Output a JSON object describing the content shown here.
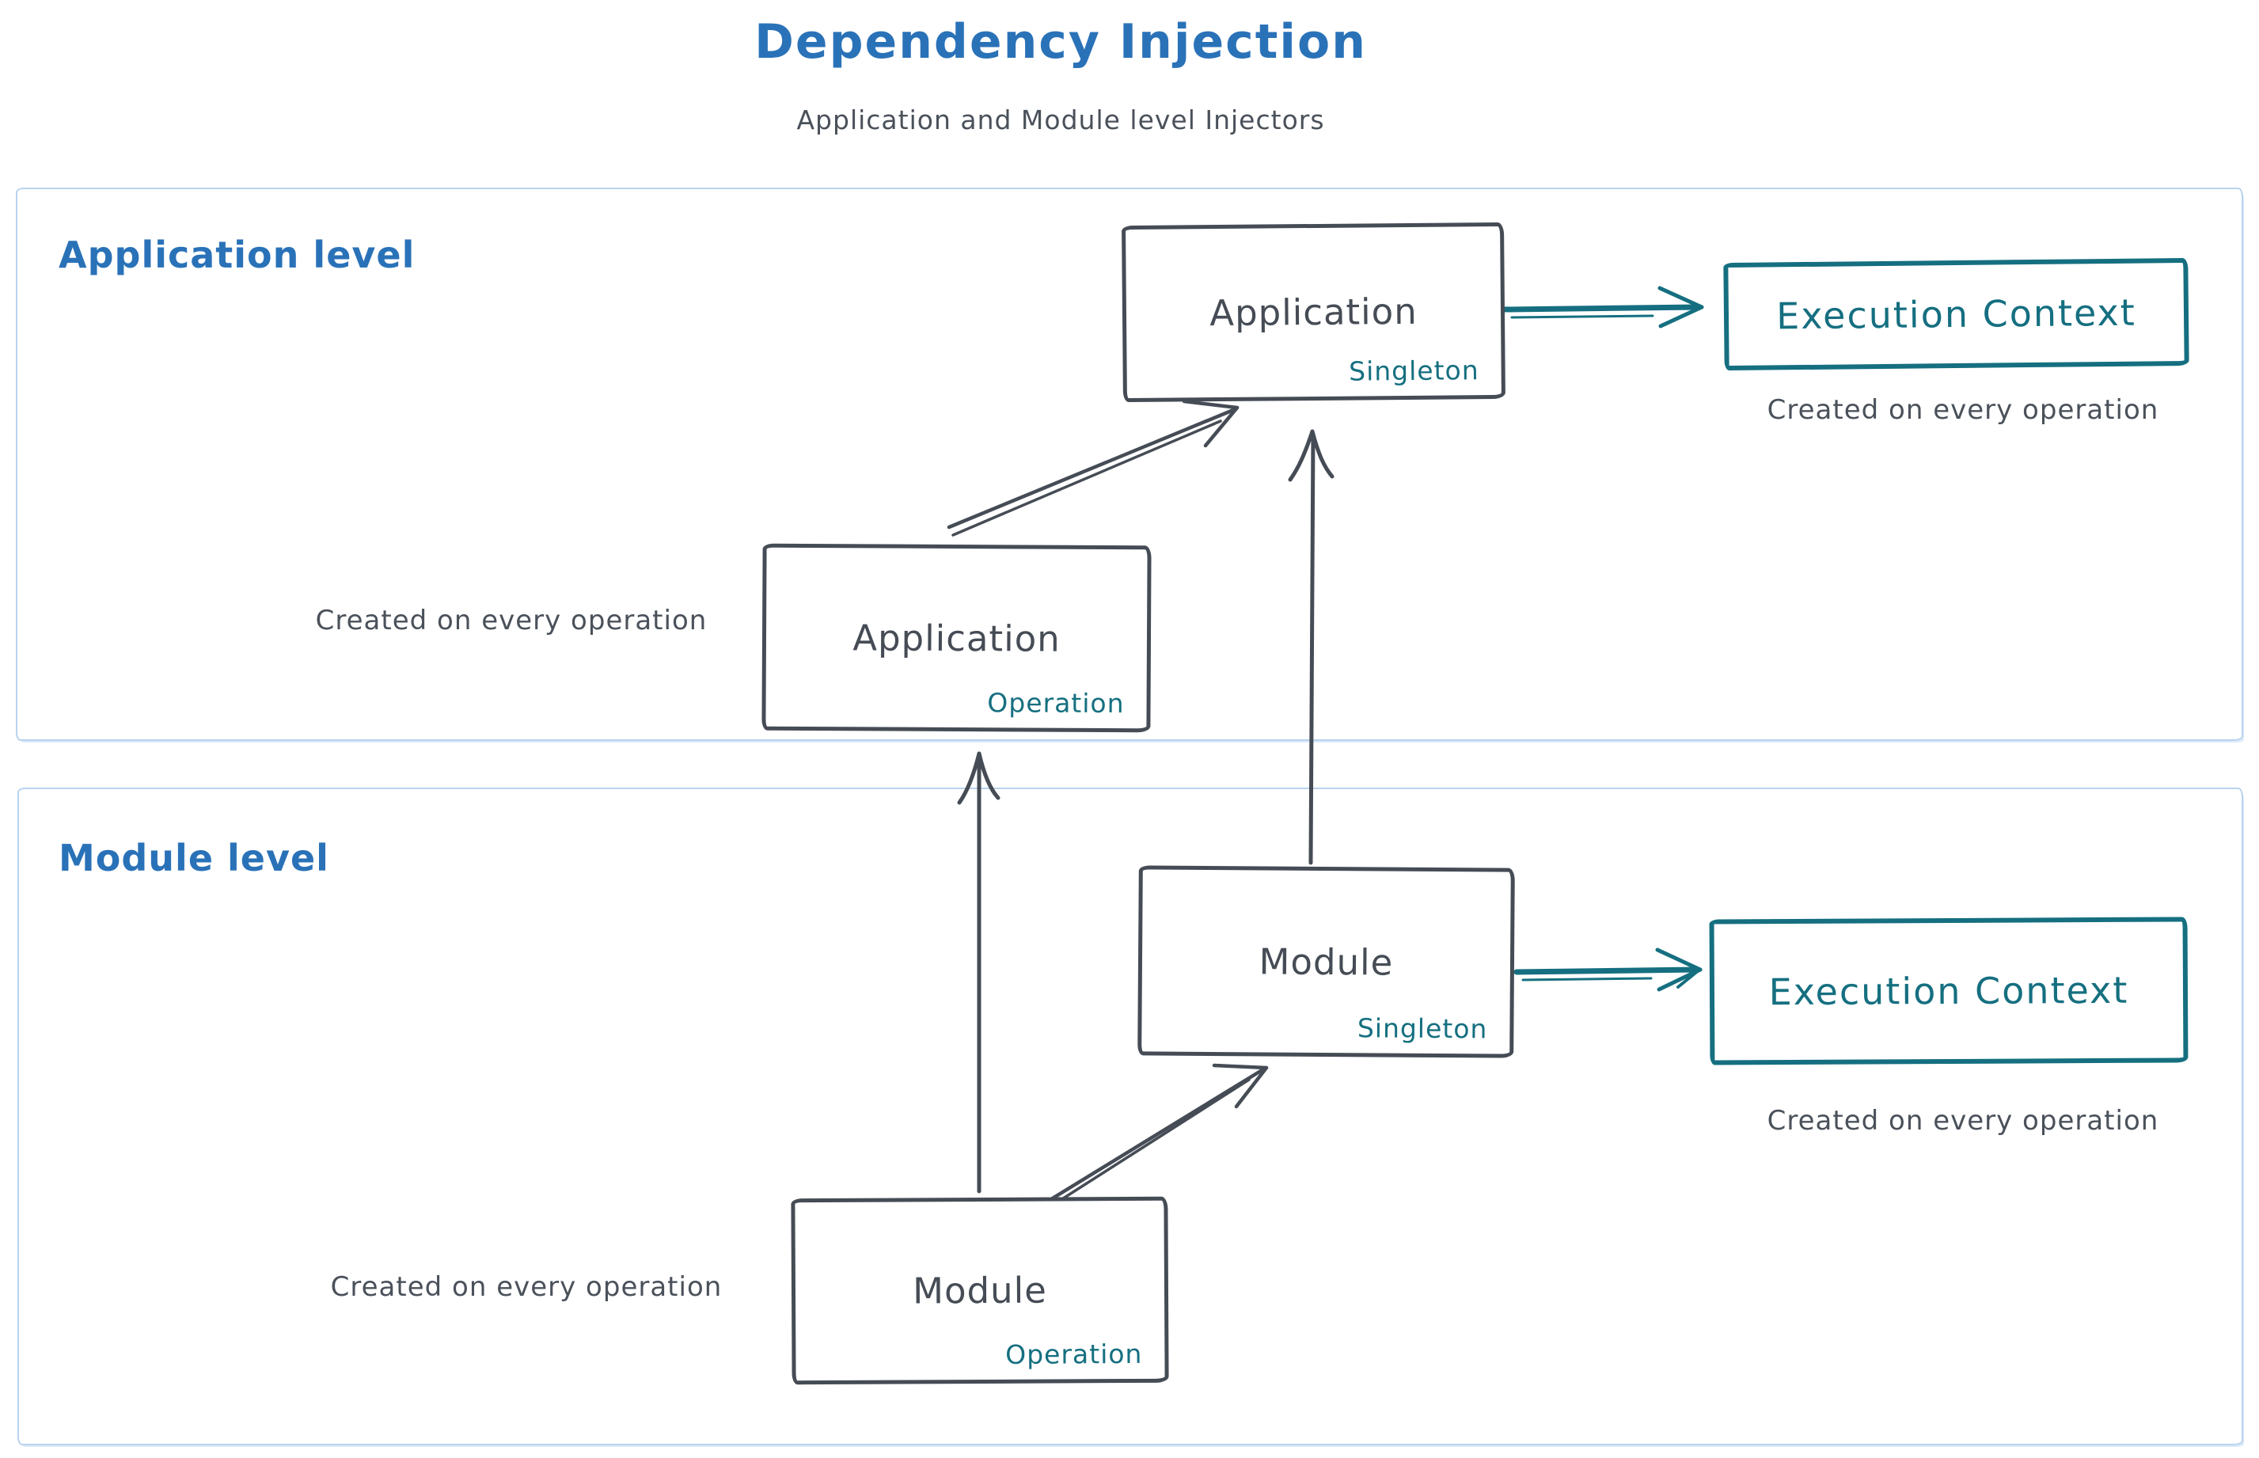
{
  "title": "Dependency Injection",
  "subtitle": "Application and Module level Injectors",
  "colors": {
    "accent_blue": "#2a72b8",
    "dark_slate": "#464c55",
    "teal": "#156f80",
    "container_border": "#b8d3ee",
    "caption_gray": "#4a515a"
  },
  "application_level": {
    "label": "Application level",
    "singleton_box": {
      "name": "Application",
      "scope": "Singleton"
    },
    "operation_box": {
      "name": "Application",
      "scope": "Operation"
    },
    "operation_caption": "Created on every operation",
    "execution_context": {
      "label": "Execution Context",
      "caption": "Created on every operation"
    }
  },
  "module_level": {
    "label": "Module level",
    "singleton_box": {
      "name": "Module",
      "scope": "Singleton"
    },
    "operation_box": {
      "name": "Module",
      "scope": "Operation"
    },
    "operation_caption": "Created on every operation",
    "execution_context": {
      "label": "Execution Context",
      "caption": "Created on every operation"
    }
  }
}
